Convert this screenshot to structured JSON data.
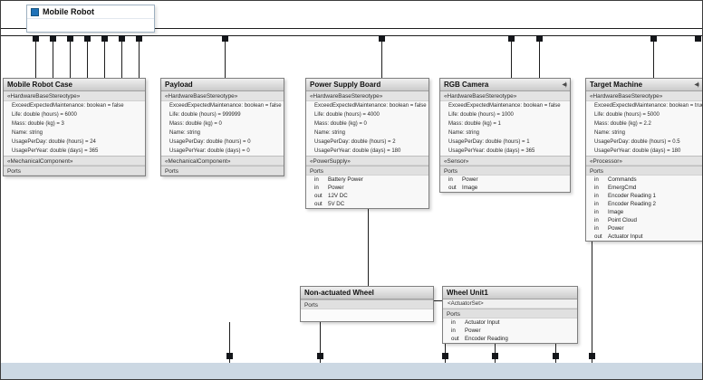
{
  "colors": {
    "component_icon_blue": "#1f72b8",
    "canvas_background": "#ffffff",
    "out_of_canvas_background": "#ccd8e3",
    "connector": "#1e1e1e"
  },
  "icons": {
    "linked_model": "◀)"
  },
  "root_component": {
    "title": "Mobile Robot"
  },
  "components": [
    {
      "title": "Mobile Robot Case",
      "stereotype": "«HardwareBaseStereotype»",
      "properties": [
        "ExceedExpectedMaintenance: boolean = false",
        "Life: double (hours) = 6000",
        "Mass: double (kg) = 3",
        "Name: string",
        "UsagePerDay: double (hours) = 24",
        "UsagePerYear: double (days) = 365"
      ],
      "stereotype2": "«MechanicalComponent»",
      "ports_label": "Ports",
      "ports": []
    },
    {
      "title": "Payload",
      "stereotype": "«HardwareBaseStereotype»",
      "properties": [
        "ExceedExpectedMaintenance: boolean = false",
        "Life: double (hours) = 999999",
        "Mass: double (kg) = 0",
        "Name: string",
        "UsagePerDay: double (hours) = 0",
        "UsagePerYear: double (days) = 0"
      ],
      "stereotype2": "«MechanicalComponent»",
      "ports_label": "Ports",
      "ports": []
    },
    {
      "title": "Power Supply Board",
      "stereotype": "«HardwareBaseStereotype»",
      "properties": [
        "ExceedExpectedMaintenance: boolean = false",
        "Life: double (hours) = 4000",
        "Mass: double (kg) = 0",
        "Name: string",
        "UsagePerDay: double (hours) = 2",
        "UsagePerYear: double (days) = 180"
      ],
      "stereotype2": "«PowerSupply»",
      "ports_label": "Ports",
      "ports": [
        {
          "dir": "in",
          "name": "Battery Power"
        },
        {
          "dir": "in",
          "name": "Power"
        },
        {
          "dir": "out",
          "name": "12V DC"
        },
        {
          "dir": "out",
          "name": "5V DC"
        }
      ]
    },
    {
      "title": "RGB Camera",
      "stereotype": "«HardwareBaseStereotype»",
      "properties": [
        "ExceedExpectedMaintenance: boolean = false",
        "Life: double (hours) = 1000",
        "Mass: double (kg) = 1",
        "Name: string",
        "UsagePerDay: double (hours) = 1",
        "UsagePerYear: double (days) = 365"
      ],
      "stereotype2": "«Sensor»",
      "ports_label": "Ports",
      "ports": [
        {
          "dir": "in",
          "name": "Power"
        },
        {
          "dir": "out",
          "name": "Image"
        }
      ]
    },
    {
      "title": "Target Machine",
      "stereotype": "«HardwareBaseStereotype»",
      "properties": [
        "ExceedExpectedMaintenance: boolean = true",
        "Life: double (hours) = 5000",
        "Mass: double (kg) = 2.2",
        "Name: string",
        "UsagePerDay: double (hours) = 0.5",
        "UsagePerYear: double (days) = 180"
      ],
      "stereotype2": "«Processor»",
      "ports_label": "Ports",
      "ports": [
        {
          "dir": "in",
          "name": "Commands"
        },
        {
          "dir": "in",
          "name": "EmergCmd"
        },
        {
          "dir": "in",
          "name": "Encoder Reading 1"
        },
        {
          "dir": "in",
          "name": "Encoder Reading 2"
        },
        {
          "dir": "in",
          "name": "Image"
        },
        {
          "dir": "in",
          "name": "Point Cloud"
        },
        {
          "dir": "in",
          "name": "Power"
        },
        {
          "dir": "out",
          "name": "Actuator Input"
        }
      ]
    },
    {
      "title": "Non-actuated Wheel",
      "ports_label": "Ports",
      "ports": []
    },
    {
      "title": "Wheel Unit1",
      "subtitle": "<ActuatorSet>",
      "ports_label": "Ports",
      "ports": [
        {
          "dir": "in",
          "name": "Actuator Input"
        },
        {
          "dir": "in",
          "name": "Power"
        },
        {
          "dir": "out",
          "name": "Encoder Reading"
        }
      ]
    }
  ]
}
